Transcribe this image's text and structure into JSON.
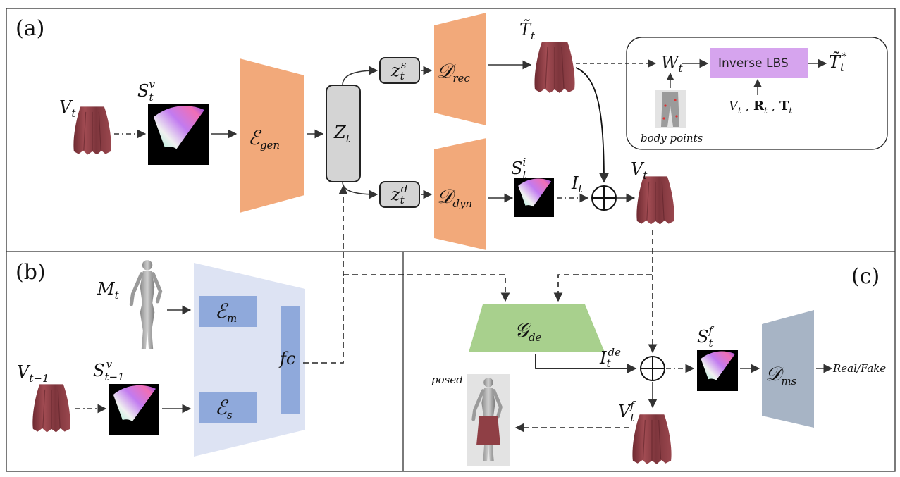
{
  "panels": {
    "a": "(a)",
    "b": "(b)",
    "c": "(c)"
  },
  "colors": {
    "encoder_orange": "#f2a97a",
    "latent_gray": "#d4d4d4",
    "generator_green": "#a8d08d",
    "discriminator_slate": "#a7b4c5",
    "subencoder_blue": "#8fa9db",
    "encoder_b_bg": "#dde3f3",
    "lbs_purple": "#d6a4ee",
    "garment_red": "#8f3f45"
  },
  "nodes": {
    "garment_input": {
      "base": "V",
      "sub": "t"
    },
    "sv_map": {
      "base": "S",
      "sub": "t",
      "sup": "v"
    },
    "encoder_gen": {
      "base": "ℰ",
      "sub": "gen"
    },
    "latent_z": {
      "base": "Z",
      "sub": "t"
    },
    "latent_zs": {
      "base": "z",
      "sub": "t",
      "sup": "s"
    },
    "latent_zd": {
      "base": "z",
      "sub": "t",
      "sup": "d"
    },
    "decoder_rec": {
      "base": "𝒟",
      "sub": "rec"
    },
    "decoder_dyn": {
      "base": "𝒟",
      "sub": "dyn"
    },
    "template": {
      "base": "T̃",
      "sub": "t"
    },
    "si_map": {
      "base": "S",
      "sub": "t",
      "sup": "i"
    },
    "it_label": {
      "base": "I",
      "sub": "t"
    },
    "vt_out": {
      "base": "V",
      "sub": "t"
    },
    "wt_label": {
      "base": "W",
      "sub": "t"
    },
    "inverse_lbs": "Inverse LBS",
    "t_star": {
      "base": "T̃",
      "sub": "t",
      "sup": "*"
    },
    "lbs_inputs": {
      "v": "V",
      "v_sub": "t",
      "r": "R",
      "r_sub": "t",
      "t": "T",
      "t_sub": "t"
    },
    "body_points": "body points",
    "mesh_m": {
      "base": "M",
      "sub": "t"
    },
    "enc_m": {
      "base": "ℰ",
      "sub": "m"
    },
    "enc_s": {
      "base": "ℰ",
      "sub": "s"
    },
    "fc": "fc",
    "garment_prev": {
      "base": "V",
      "sub": "t−1"
    },
    "sv_prev": {
      "base": "S",
      "sub": "t−1",
      "sup": "v"
    },
    "gen_de": {
      "base": "𝒢",
      "sub": "de"
    },
    "ide_label": {
      "base": "I",
      "sub": "t",
      "sup": "de"
    },
    "sf_map": {
      "base": "S",
      "sub": "t",
      "sup": "f"
    },
    "vf_out": {
      "base": "V",
      "sub": "t",
      "sup": "f"
    },
    "disc_ms": {
      "base": "𝒟",
      "sub": "ms"
    },
    "real_fake": "Real/Fake",
    "posed": "posed"
  }
}
